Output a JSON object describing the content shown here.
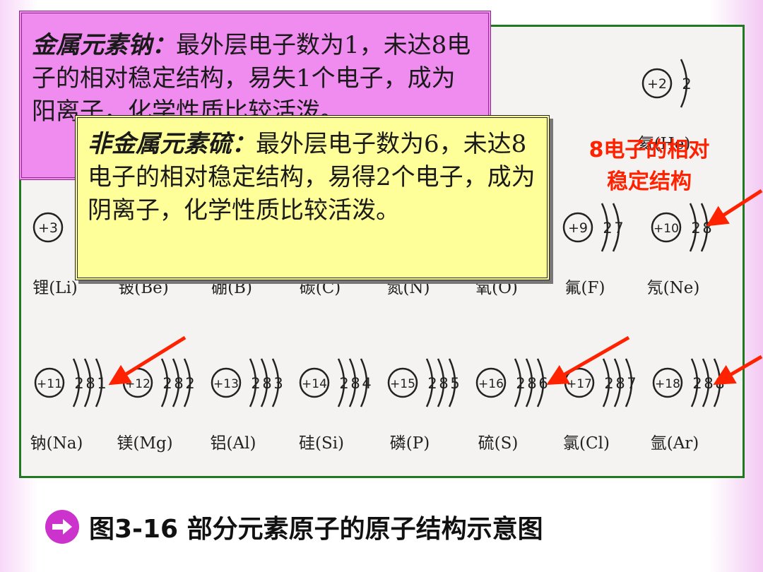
{
  "callouts": {
    "metal": {
      "title": "金属元素钠：",
      "text": "最外层电子数为1，未达8电子的相对稳定结构，易失1个电子，成为阳离子，化学性质比较活泼。"
    },
    "nonmetal": {
      "title": "非金属元素硫：",
      "text": "最外层电子数为6，未达8电子的相对稳定结构，易得2个电子，成为阴离子，化学性质比较活泼。"
    }
  },
  "stable_note": "8电子的相对稳定结构",
  "caption": "图3-16 部分元素原子的原子结构示意图",
  "colors": {
    "pink_box": "#f08cf0",
    "yellow_box": "#ffff99",
    "frame": "#1f7a1f",
    "arrow": "#ff2200",
    "note": "#ff2200",
    "caption_icon": "#cc33cc"
  },
  "icons": {
    "caption": "right-arrow-circle-icon"
  },
  "diagram": {
    "helium": {
      "nucleus": "+2",
      "shells": [
        "2"
      ],
      "label": "氦(He)"
    },
    "row2": [
      {
        "nucleus": "+3",
        "shells": [],
        "label": "锂(Li)"
      },
      {
        "nucleus": "",
        "shells": [],
        "label": "铍(Be)"
      },
      {
        "nucleus": "",
        "shells": [],
        "label": "硼(B)"
      },
      {
        "nucleus": "",
        "shells": [],
        "label": "碳(C)"
      },
      {
        "nucleus": "",
        "shells": [],
        "label": "氮(N)"
      },
      {
        "nucleus": "",
        "shells": [],
        "label": "氧(O)"
      },
      {
        "nucleus": "+9",
        "shells": [
          "2",
          "7"
        ],
        "label": "氟(F)"
      },
      {
        "nucleus": "+10",
        "shells": [
          "2",
          "8"
        ],
        "label": "氖(Ne)"
      }
    ],
    "row3": [
      {
        "nucleus": "+11",
        "shells": [
          "2",
          "8",
          "1"
        ],
        "label": "钠(Na)"
      },
      {
        "nucleus": "+12",
        "shells": [
          "2",
          "8",
          "2"
        ],
        "label": "镁(Mg)"
      },
      {
        "nucleus": "+13",
        "shells": [
          "2",
          "8",
          "3"
        ],
        "label": "铝(Al)"
      },
      {
        "nucleus": "+14",
        "shells": [
          "2",
          "8",
          "4"
        ],
        "label": "硅(Si)"
      },
      {
        "nucleus": "+15",
        "shells": [
          "2",
          "8",
          "5"
        ],
        "label": "磷(P)"
      },
      {
        "nucleus": "+16",
        "shells": [
          "2",
          "8",
          "6"
        ],
        "label": "硫(S)"
      },
      {
        "nucleus": "+17",
        "shells": [
          "2",
          "8",
          "7"
        ],
        "label": "氯(Cl)"
      },
      {
        "nucleus": "+18",
        "shells": [
          "2",
          "8",
          "8"
        ],
        "label": "氩(Ar)"
      }
    ]
  }
}
